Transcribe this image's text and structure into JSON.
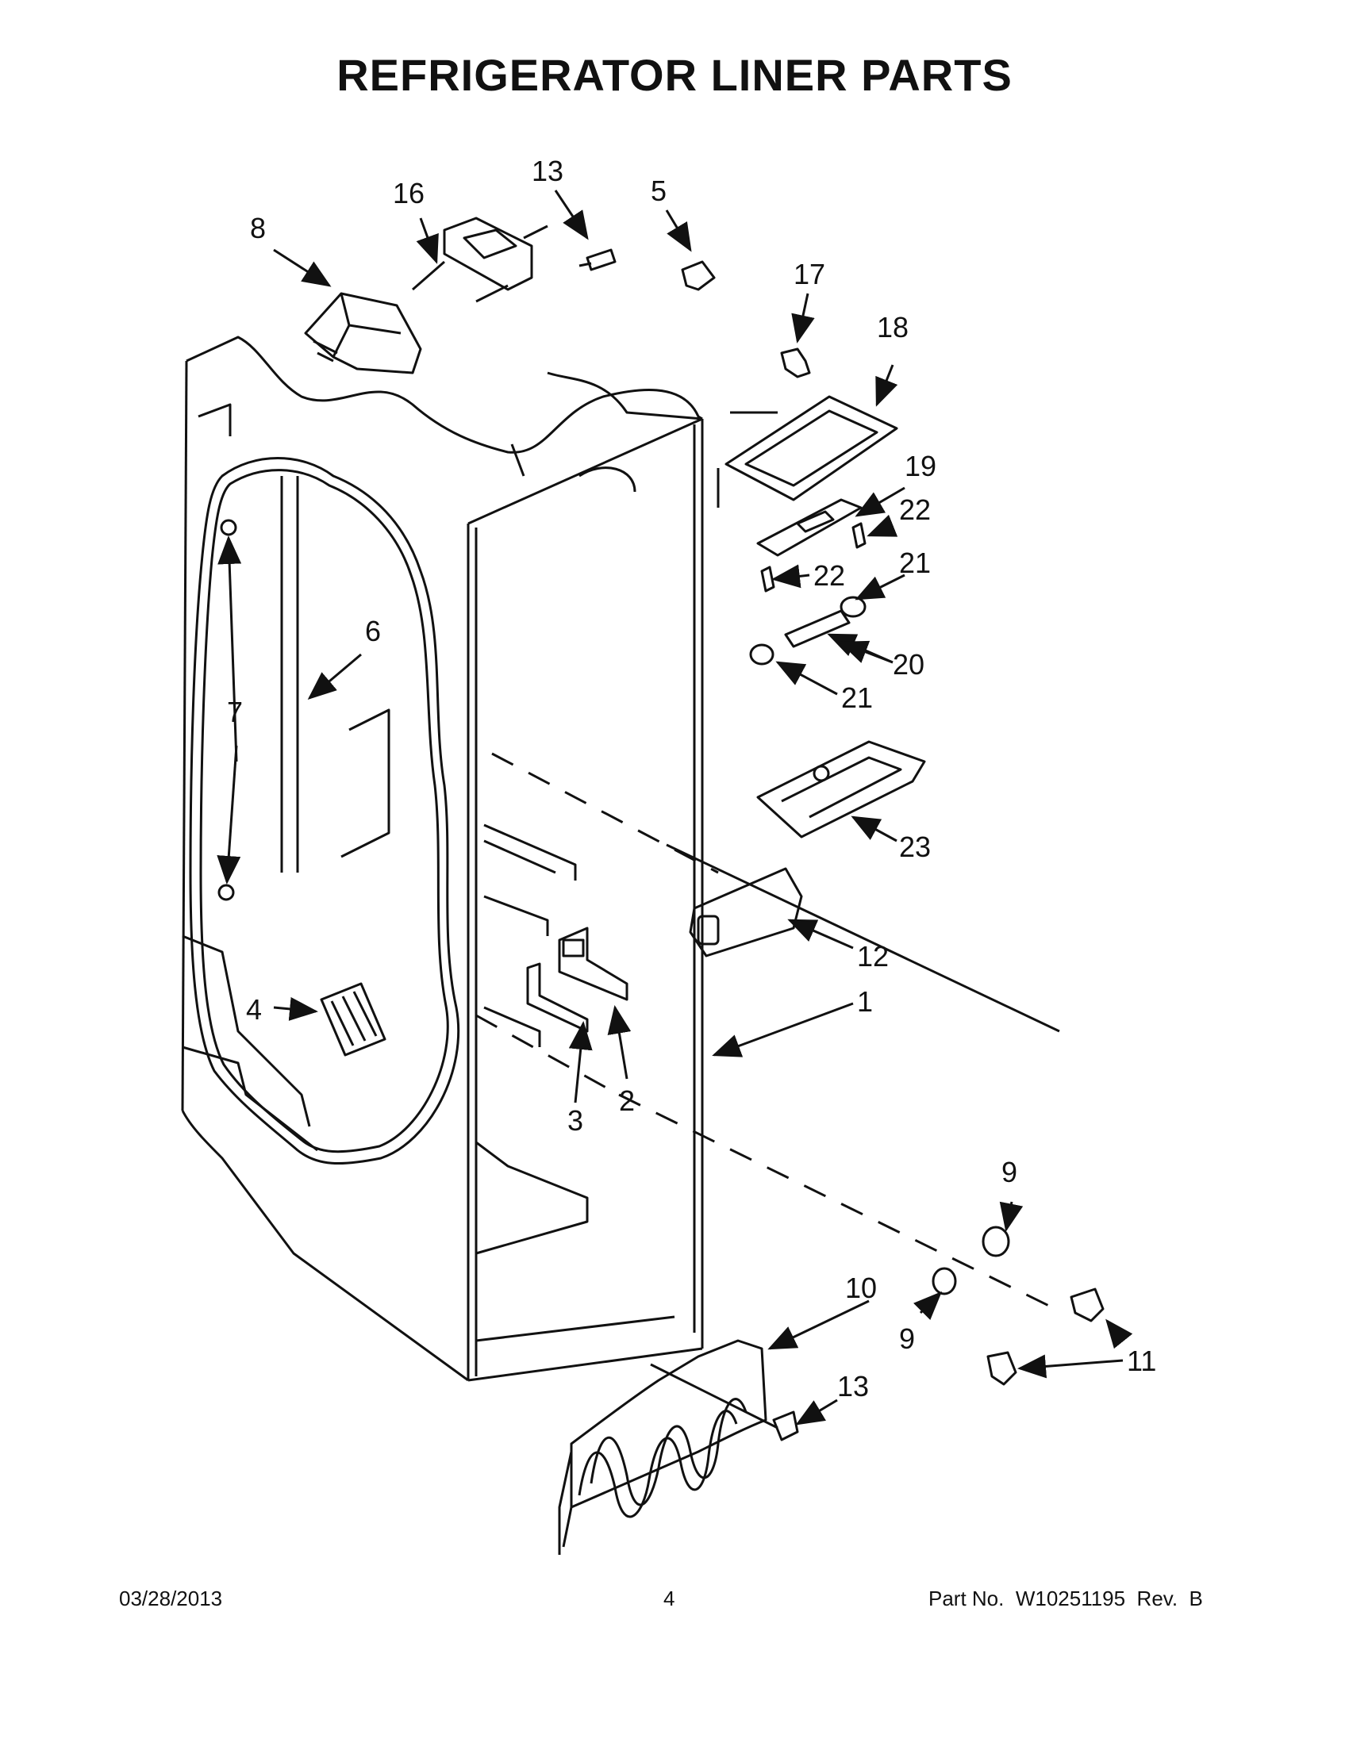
{
  "title": "REFRIGERATOR LINER PARTS",
  "callouts": {
    "c1": "1",
    "c2": "2",
    "c3": "3",
    "c4": "4",
    "c5": "5",
    "c6": "6",
    "c7": "7",
    "c8": "8",
    "c9a": "9",
    "c9b": "9",
    "c10": "10",
    "c11": "11",
    "c12": "12",
    "c13a": "13",
    "c13b": "13",
    "c16": "16",
    "c17": "17",
    "c18": "18",
    "c19": "19",
    "c20": "20",
    "c21a": "21",
    "c21b": "21",
    "c22a": "22",
    "c22b": "22",
    "c23": "23"
  },
  "footer": {
    "date": "03/28/2013",
    "page": "4",
    "part_no": "Part No.  W10251195  Rev.  B"
  },
  "colors": {
    "line": "#111111",
    "background": "#ffffff"
  }
}
